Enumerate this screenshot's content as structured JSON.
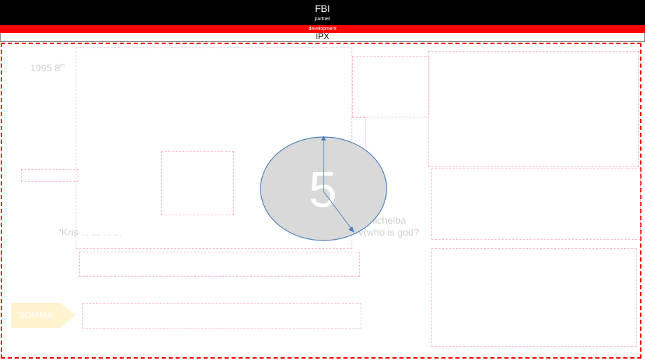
{
  "header": {
    "title": "FBI",
    "subtitle": "partner",
    "red_bar_label": "development",
    "ipx_label": "IPX"
  },
  "background": {
    "year_text": "1995 8",
    "year_sup": "th",
    "bottom_line": "“Kris ... ... ... ...",
    "right_line_1": "v(michelba",
    "right_line_2": "v(who is god?",
    "arrow_label": "SOMMA"
  },
  "dial": {
    "number": "5",
    "fill_color": "#d9d9d9",
    "stroke_color": "#4a7ebb",
    "text_color": "#ffffff"
  },
  "colors": {
    "top_bar": "#000000",
    "red_bar": "#ff0000",
    "frame_border": "#ee0000"
  }
}
